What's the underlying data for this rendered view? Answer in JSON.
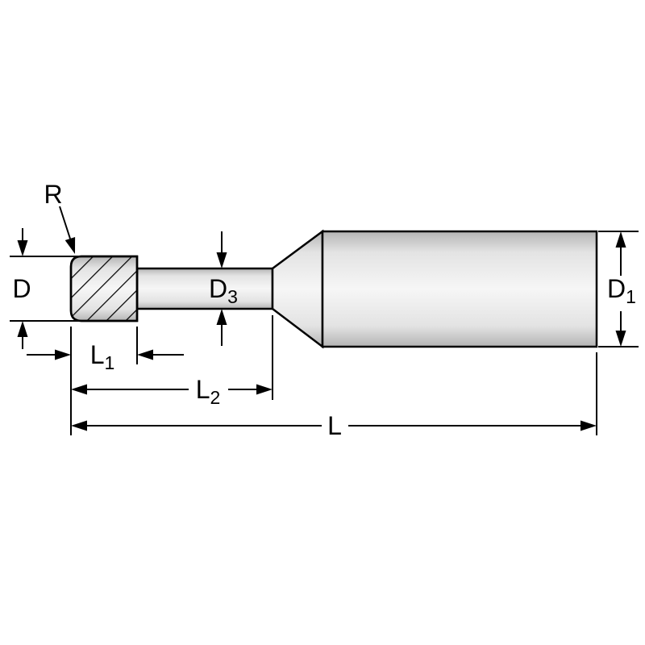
{
  "diagram": {
    "labels": {
      "R": {
        "main": "R",
        "sub": ""
      },
      "D": {
        "main": "D",
        "sub": ""
      },
      "D3": {
        "main": "D",
        "sub": "3"
      },
      "D1": {
        "main": "D",
        "sub": "1"
      },
      "L1": {
        "main": "L",
        "sub": "1"
      },
      "L2": {
        "main": "L",
        "sub": "2"
      },
      "L": {
        "main": "L",
        "sub": ""
      }
    },
    "colors": {
      "ink": "#000000",
      "metal_light": "#f6f6f6",
      "metal_mid": "#e3e3e3",
      "metal_dark": "#b4b4b4",
      "background": "#ffffff"
    }
  }
}
